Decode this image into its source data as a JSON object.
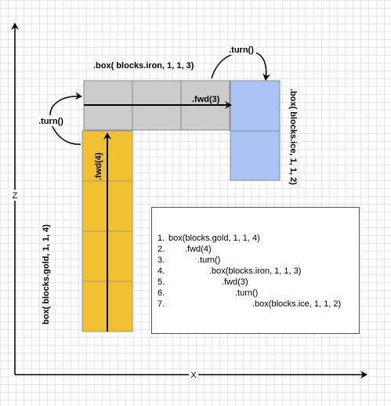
{
  "axes": {
    "x_label": "X",
    "z_label": "Z"
  },
  "blocks": {
    "gold": {
      "label": "box( blocks.gold, 1, 1, 4)",
      "count": 4,
      "color": "#f0c030"
    },
    "iron": {
      "label": ".box( blocks.iron, 1, 1, 3)",
      "count": 3,
      "color": "#cccccc"
    },
    "ice": {
      "label": ".box( blocks.ice, 1, 1, 2)",
      "count": 2,
      "color": "#a9c4f5"
    }
  },
  "moves": {
    "fwd4": ".fwd(4)",
    "fwd3": ".fwd(3)",
    "turn_left": ".turn()",
    "turn_top": ".turn()"
  },
  "code": [
    {
      "num": "1.",
      "text": "box(blocks.gold, 1, 1, 4)"
    },
    {
      "num": "2.",
      "text": ".fwd(4)"
    },
    {
      "num": "3.",
      "text": ".turn()"
    },
    {
      "num": "4.",
      "text": ".box(blocks.iron, 1, 1, 3)"
    },
    {
      "num": "5.",
      "text": ".fwd(3)"
    },
    {
      "num": "6.",
      "text": ".turn()"
    },
    {
      "num": "7.",
      "text": ".box(blocks.ice, 1, 1, 2)"
    }
  ]
}
